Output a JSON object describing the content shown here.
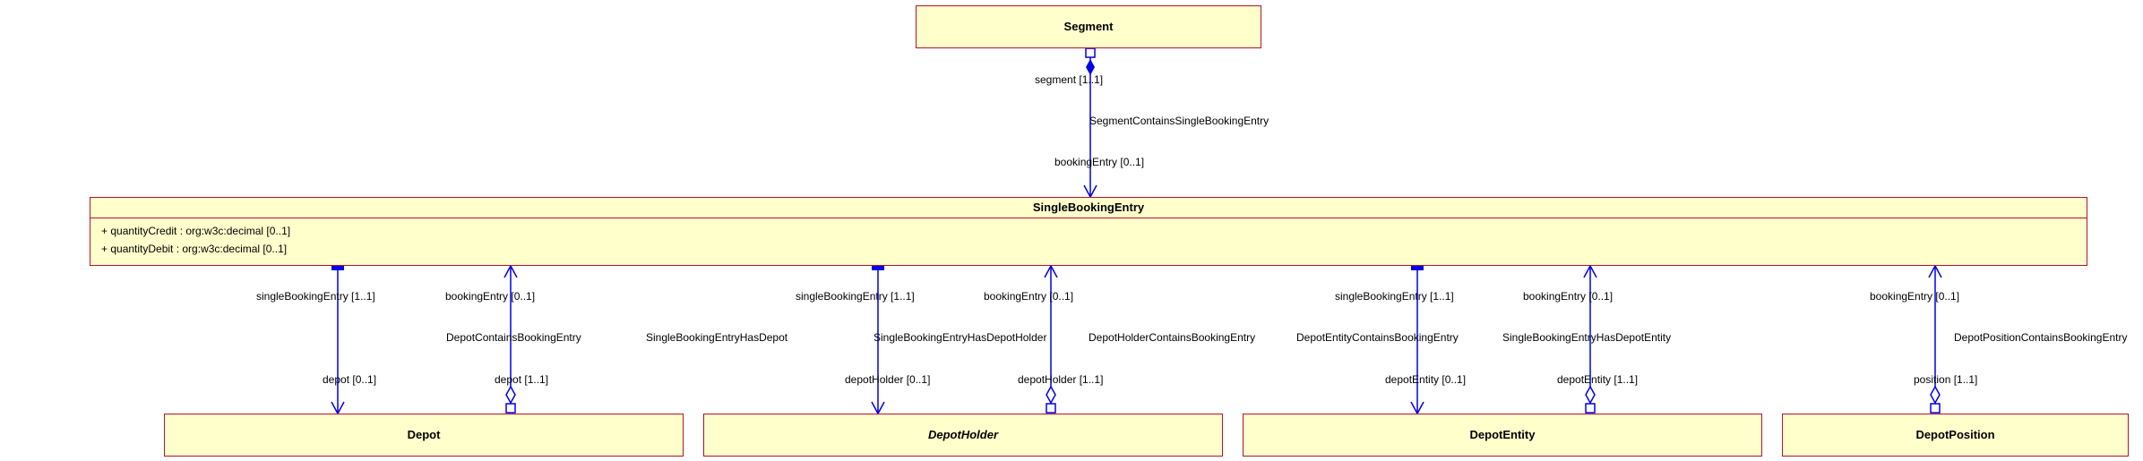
{
  "classes": {
    "segment": {
      "name": "Segment"
    },
    "single_booking_entry": {
      "name": "SingleBookingEntry",
      "attributes": [
        "+ quantityCredit : org:w3c:decimal [0..1]",
        "+ quantityDebit : org:w3c:decimal [0..1]"
      ]
    },
    "depot": {
      "name": "Depot"
    },
    "depot_holder": {
      "name": "DepotHolder",
      "abstract": true
    },
    "depot_entity": {
      "name": "DepotEntity"
    },
    "depot_position": {
      "name": "DepotPosition"
    }
  },
  "associations": {
    "segment_contains": {
      "name": "SegmentContainsSingleBookingEntry",
      "source_role": "segment [1..1]",
      "target_role": "bookingEntry [0..1]"
    },
    "has_depot": {
      "name": "SingleBookingEntryHasDepot",
      "source_role": "singleBookingEntry [1..1]",
      "target_role": "depot [0..1]"
    },
    "depot_contains": {
      "name": "DepotContainsBookingEntry",
      "source_role": "depot [1..1]",
      "target_role": "bookingEntry [0..1]"
    },
    "has_depot_holder": {
      "name": "SingleBookingEntryHasDepotHolder",
      "source_role": "singleBookingEntry [1..1]",
      "target_role": "depotHolder [0..1]"
    },
    "depot_holder_contains": {
      "name": "DepotHolderContainsBookingEntry",
      "source_role": "depotHolder [1..1]",
      "target_role": "bookingEntry [0..1]"
    },
    "depot_entity_contains": {
      "name": "DepotEntityContainsBookingEntry",
      "source_role": "depotEntity [1..1]",
      "target_role": "bookingEntry [0..1]"
    },
    "has_depot_entity": {
      "name": "SingleBookingEntryHasDepotEntity",
      "source_role": "singleBookingEntry [1..1]",
      "target_role": "depotEntity [0..1]"
    },
    "depot_position_contains": {
      "name": "DepotPositionContainsBookingEntry",
      "source_role": "position [1..1]",
      "target_role": "bookingEntry [0..1]"
    }
  },
  "colors": {
    "class_fill": "#ffffcc",
    "class_border": "#b0142d",
    "edge": "#0000e6"
  }
}
